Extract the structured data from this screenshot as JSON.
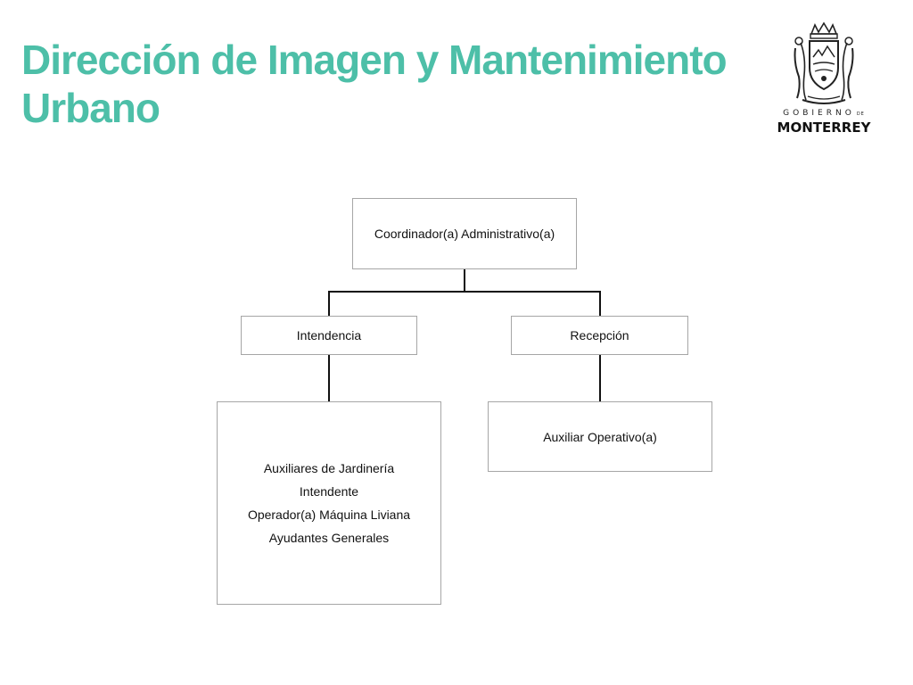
{
  "title": {
    "line1": "Dirección de Imagen y Mantenimiento",
    "line2": "Urbano"
  },
  "logo": {
    "top_text": "GOBIERNO",
    "de_text": "DE",
    "name": "MONTERREY"
  },
  "org_chart": {
    "root": "Coordinador(a) Administrativo(a)",
    "left": {
      "label": "Intendencia",
      "children": [
        "Auxiliares de Jardinería",
        "Intendente",
        "Operador(a) Máquina Liviana",
        "Ayudantes Generales"
      ]
    },
    "right": {
      "label": "Recepción",
      "child": "Auxiliar Operativo(a)"
    }
  },
  "colors": {
    "title": "#4dbfa8",
    "box_border": "#a6a6a6",
    "connector": "#111111"
  }
}
